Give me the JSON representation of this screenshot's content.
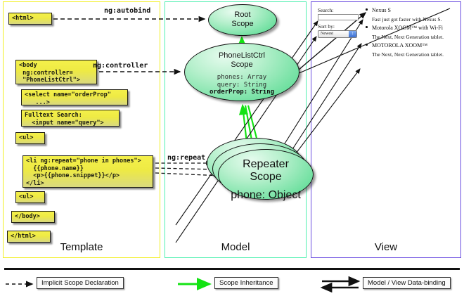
{
  "columns": {
    "template": {
      "label": "Template",
      "border_color": "#f2ef22"
    },
    "model": {
      "label": "Model",
      "border_color": "#4ff0b0"
    },
    "view": {
      "label": "View",
      "border_color": "#6a4de0"
    }
  },
  "template_boxes": {
    "html_open": "<html>",
    "body_open": "<body\n ng:controller=\n \"PhoneListCtrl\">",
    "select": "<select name=\"orderProp\"\n   ...>",
    "search": "Fulltext Search:\n  <input name=\"query\">",
    "ul_open": "<ul>",
    "li_repeat": "<li ng:repeat=\"phone in phones\">\n  {{phone.name}}\n  <p>{{phone.snippet}}</p>\n</li>",
    "ul_close": "<ul>",
    "body_close": "</body>",
    "html_close": "</html>"
  },
  "edge_labels": {
    "autobind": "ng:autobind",
    "controller": "ng:controller",
    "repeat": "ng:repeat"
  },
  "model": {
    "root_scope": {
      "name_line1": "Root",
      "name_line2": "Scope"
    },
    "phonelist_scope": {
      "name_line1": "PhoneListCtrl",
      "name_line2": "Scope",
      "props": [
        "phones: Array",
        "query: String"
      ],
      "bold_prop": "orderProp: String"
    },
    "repeater_scope": {
      "name_line1": "Repeater",
      "name_line2": "Scope",
      "props": [
        "phone: Object"
      ]
    }
  },
  "view": {
    "search_label": "Search:",
    "search_value": "",
    "sort_label": "Sort by:",
    "sort_selected": "Newest",
    "sort_arrow": "↕",
    "phones": [
      {
        "name": "Nexus S",
        "snippet": "Fast just got faster with Nexus S."
      },
      {
        "name": "Motorola XOOM™ with Wi-Fi",
        "snippet": "The Next, Next Generation tablet."
      },
      {
        "name": "MOTOROLA XOOM™",
        "snippet": "The Next, Next Generation tablet."
      }
    ]
  },
  "legend": {
    "implicit": "Implicit Scope Declaration",
    "inheritance": "Scope Inheritance",
    "binding": "Model / View Data-binding",
    "inheritance_color": "#13e313",
    "line_color": "#111111"
  }
}
